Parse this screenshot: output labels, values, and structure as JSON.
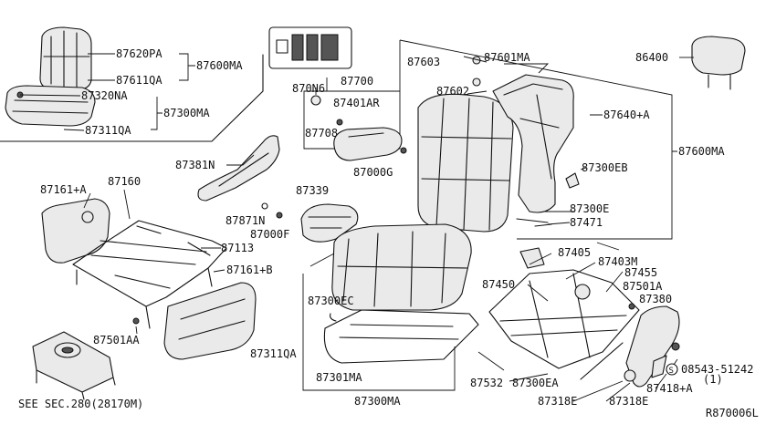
{
  "diagram": {
    "code": "R870006L",
    "see_section": "SEE SEC.280(28170M)",
    "labels": {
      "p87620PA": "87620PA",
      "p87611QA": "87611QA",
      "p87600MA_inset": "87600MA",
      "p87320NA": "87320NA",
      "p87311QA_inset": "87311QA",
      "p87300MA_inset": "87300MA",
      "p870N6": "870N6",
      "p87700": "87700",
      "p87401AR": "87401AR",
      "p87708": "87708",
      "p87000G": "87000G",
      "p87381N": "87381N",
      "p87603": "87603",
      "p87602": "87602",
      "p87601MA": "87601MA",
      "p86400": "86400",
      "p87640A": "87640+A",
      "p87600MA": "87600MA",
      "p87300EB": "87300EB",
      "p87300E": "87300E",
      "p87471": "87471",
      "p87161A": "87161+A",
      "p87160": "87160",
      "p87113": "87113",
      "p87161B": "87161+B",
      "p87501AA": "87501AA",
      "p87339": "87339",
      "p87871N": "87871N",
      "p87000F": "87000F",
      "p87300EC": "87300EC",
      "p87311QA": "87311QA",
      "p87301MA": "87301MA",
      "p87300MA": "87300MA",
      "p87405": "87405",
      "p87403M": "87403M",
      "p87455": "87455",
      "p87450": "87450",
      "p87501A": "87501A",
      "p87380": "87380",
      "p08543": "08543-51242",
      "p08543_qty": "(1)",
      "p87418A": "87418+A",
      "p87532": "87532",
      "p87300EA": "87300EA",
      "p87318E_a": "87318E",
      "p87318E_b": "87318E"
    }
  }
}
